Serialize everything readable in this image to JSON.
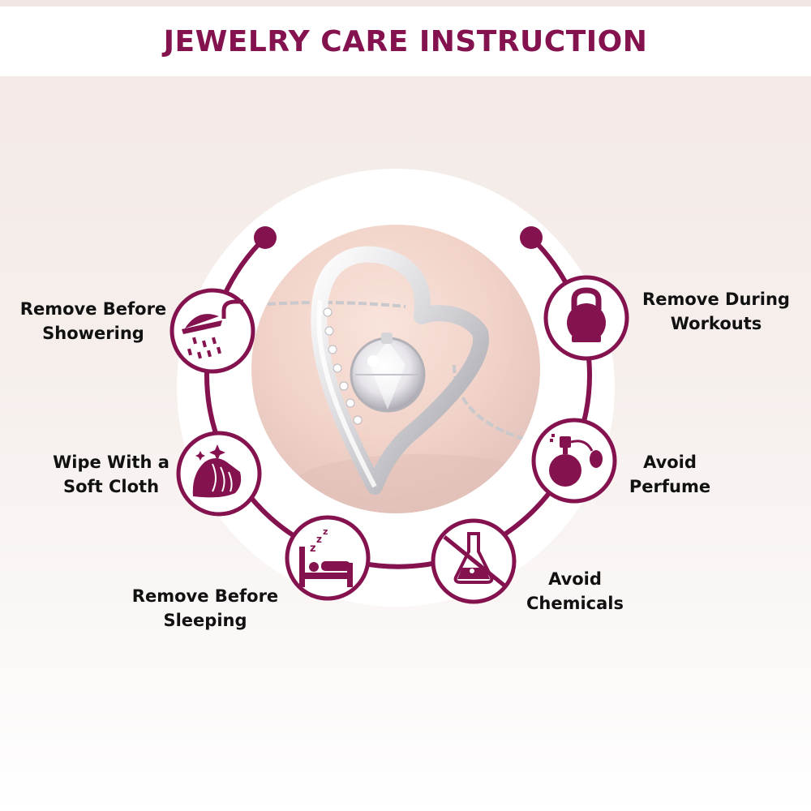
{
  "header": {
    "title": "JEWELRY CARE INSTRUCTION"
  },
  "colors": {
    "accent": "#84124f",
    "text": "#111111",
    "background": "#f4ebe8"
  },
  "items": [
    {
      "icon": "shower-icon",
      "line1": "Remove Before",
      "line2": "Showering"
    },
    {
      "icon": "kettlebell-icon",
      "line1": "Remove During",
      "line2": "Workouts"
    },
    {
      "icon": "cloth-hand-icon",
      "line1": "Wipe With a",
      "line2": "Soft Cloth"
    },
    {
      "icon": "perfume-icon",
      "line1": "Avoid",
      "line2": "Perfume"
    },
    {
      "icon": "sleeping-bed-icon",
      "line1": "Remove Before",
      "line2": "Sleeping"
    },
    {
      "icon": "no-chemicals-icon",
      "line1": "Avoid",
      "line2": "Chemicals"
    }
  ],
  "sleep_glyphs": [
    "z",
    "z",
    "z"
  ]
}
